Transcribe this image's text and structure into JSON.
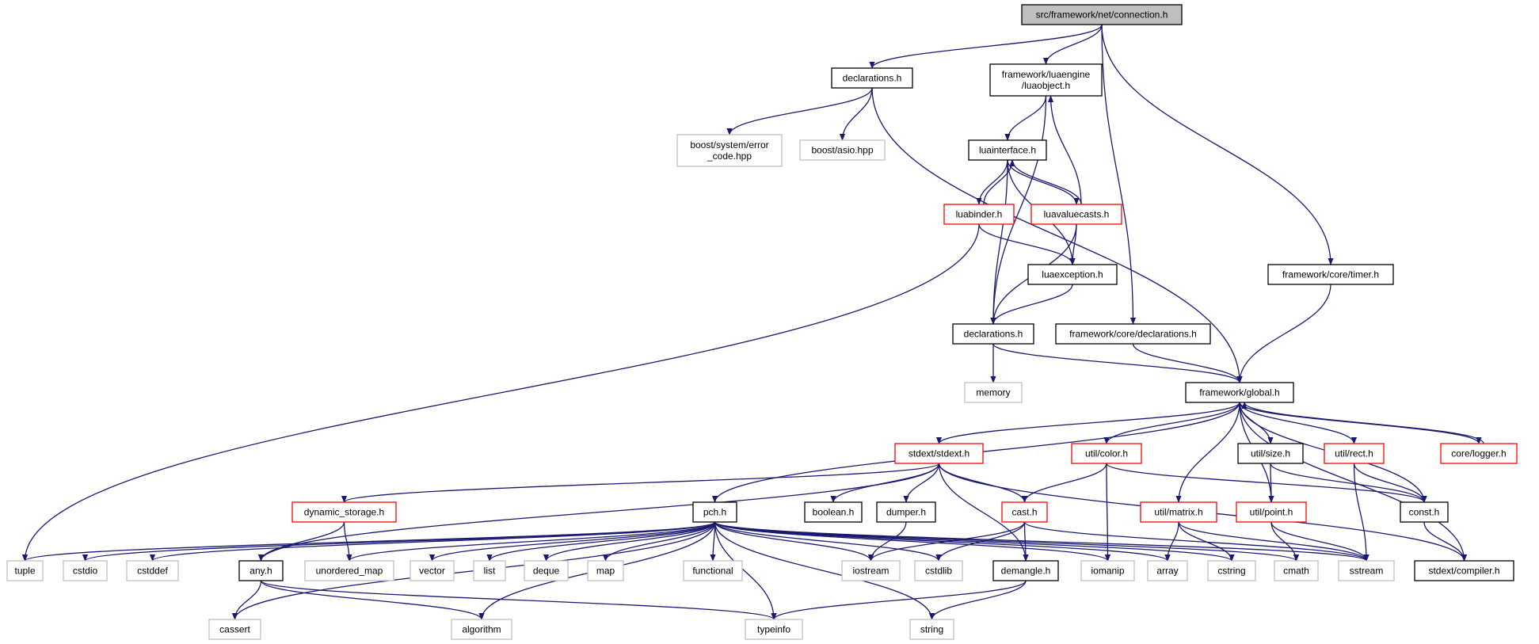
{
  "colors": {
    "edge": "#191970",
    "root_fill": "#bfbfbf",
    "documented_border": "#000000",
    "has_more_border": "#ff0000",
    "external_border": "#bfbfbf"
  },
  "nodes": {
    "connection_h": {
      "lines": [
        "src/framework/net/connection.h"
      ],
      "kind": "root"
    },
    "declarations_h_net": {
      "lines": [
        "declarations.h"
      ],
      "kind": "documented"
    },
    "luaobject_h": {
      "lines": [
        "framework/luaengine",
        "/luaobject.h"
      ],
      "kind": "documented"
    },
    "error_code_hpp": {
      "lines": [
        "boost/system/error",
        "_code.hpp"
      ],
      "kind": "external"
    },
    "asio_hpp": {
      "lines": [
        "boost/asio.hpp"
      ],
      "kind": "external"
    },
    "luainterface_h": {
      "lines": [
        "luainterface.h"
      ],
      "kind": "documented"
    },
    "luabinder_h": {
      "lines": [
        "luabinder.h"
      ],
      "kind": "truncated"
    },
    "luavaluecasts_h": {
      "lines": [
        "luavaluecasts.h"
      ],
      "kind": "truncated"
    },
    "luaexception_h": {
      "lines": [
        "luaexception.h"
      ],
      "kind": "documented"
    },
    "timer_h": {
      "lines": [
        "framework/core/timer.h"
      ],
      "kind": "documented"
    },
    "declarations_h_lua": {
      "lines": [
        "declarations.h"
      ],
      "kind": "documented"
    },
    "core_declarations_h": {
      "lines": [
        "framework/core/declarations.h"
      ],
      "kind": "documented"
    },
    "memory": {
      "lines": [
        "memory"
      ],
      "kind": "external"
    },
    "global_h": {
      "lines": [
        "framework/global.h"
      ],
      "kind": "documented"
    },
    "stdext_h": {
      "lines": [
        "stdext/stdext.h"
      ],
      "kind": "truncated"
    },
    "color_h": {
      "lines": [
        "util/color.h"
      ],
      "kind": "truncated"
    },
    "size_h": {
      "lines": [
        "util/size.h"
      ],
      "kind": "documented"
    },
    "rect_h": {
      "lines": [
        "util/rect.h"
      ],
      "kind": "truncated"
    },
    "logger_h": {
      "lines": [
        "core/logger.h"
      ],
      "kind": "truncated"
    },
    "dynamic_storage_h": {
      "lines": [
        "dynamic_storage.h"
      ],
      "kind": "truncated"
    },
    "pch_h": {
      "lines": [
        "pch.h"
      ],
      "kind": "documented"
    },
    "boolean_h": {
      "lines": [
        "boolean.h"
      ],
      "kind": "documented"
    },
    "dumper_h": {
      "lines": [
        "dumper.h"
      ],
      "kind": "documented"
    },
    "cast_h": {
      "lines": [
        "cast.h"
      ],
      "kind": "truncated"
    },
    "matrix_h": {
      "lines": [
        "util/matrix.h"
      ],
      "kind": "truncated"
    },
    "point_h": {
      "lines": [
        "util/point.h"
      ],
      "kind": "truncated"
    },
    "const_h": {
      "lines": [
        "const.h"
      ],
      "kind": "documented"
    },
    "tuple": {
      "lines": [
        "tuple"
      ],
      "kind": "external"
    },
    "cstdio": {
      "lines": [
        "cstdio"
      ],
      "kind": "external"
    },
    "cstddef": {
      "lines": [
        "cstddef"
      ],
      "kind": "external"
    },
    "any_h": {
      "lines": [
        "any.h"
      ],
      "kind": "documented"
    },
    "unordered_map": {
      "lines": [
        "unordered_map"
      ],
      "kind": "external"
    },
    "vector": {
      "lines": [
        "vector"
      ],
      "kind": "external"
    },
    "list": {
      "lines": [
        "list"
      ],
      "kind": "external"
    },
    "deque": {
      "lines": [
        "deque"
      ],
      "kind": "external"
    },
    "map": {
      "lines": [
        "map"
      ],
      "kind": "external"
    },
    "functional": {
      "lines": [
        "functional"
      ],
      "kind": "external"
    },
    "iostream": {
      "lines": [
        "iostream"
      ],
      "kind": "external"
    },
    "cstdlib": {
      "lines": [
        "cstdlib"
      ],
      "kind": "external"
    },
    "demangle_h": {
      "lines": [
        "demangle.h"
      ],
      "kind": "documented"
    },
    "iomanip": {
      "lines": [
        "iomanip"
      ],
      "kind": "external"
    },
    "array": {
      "lines": [
        "array"
      ],
      "kind": "external"
    },
    "cstring": {
      "lines": [
        "cstring"
      ],
      "kind": "external"
    },
    "cmath": {
      "lines": [
        "cmath"
      ],
      "kind": "external"
    },
    "sstream": {
      "lines": [
        "sstream"
      ],
      "kind": "external"
    },
    "compiler_h": {
      "lines": [
        "stdext/compiler.h"
      ],
      "kind": "documented"
    },
    "cassert": {
      "lines": [
        "cassert"
      ],
      "kind": "external"
    },
    "algorithm": {
      "lines": [
        "algorithm"
      ],
      "kind": "external"
    },
    "typeinfo": {
      "lines": [
        "typeinfo"
      ],
      "kind": "external"
    },
    "string": {
      "lines": [
        "string"
      ],
      "kind": "external"
    }
  },
  "edges": [
    [
      "connection_h",
      "declarations_h_net"
    ],
    [
      "connection_h",
      "luaobject_h"
    ],
    [
      "connection_h",
      "core_declarations_h"
    ],
    [
      "connection_h",
      "timer_h"
    ],
    [
      "declarations_h_net",
      "error_code_hpp"
    ],
    [
      "declarations_h_net",
      "asio_hpp"
    ],
    [
      "declarations_h_net",
      "global_h"
    ],
    [
      "luaobject_h",
      "luainterface_h"
    ],
    [
      "luaobject_h",
      "declarations_h_lua"
    ],
    [
      "luainterface_h",
      "luabinder_h"
    ],
    [
      "luainterface_h",
      "luavaluecasts_h"
    ],
    [
      "luainterface_h",
      "luaexception_h"
    ],
    [
      "luainterface_h",
      "declarations_h_lua"
    ],
    [
      "luabinder_h",
      "luainterface_h"
    ],
    [
      "luabinder_h",
      "luaexception_h"
    ],
    [
      "luabinder_h",
      "tuple"
    ],
    [
      "luavaluecasts_h",
      "luainterface_h"
    ],
    [
      "luavaluecasts_h",
      "luaexception_h"
    ],
    [
      "luavaluecasts_h",
      "declarations_h_lua"
    ],
    [
      "luavaluecasts_h",
      "luaobject_h"
    ],
    [
      "luaexception_h",
      "declarations_h_lua"
    ],
    [
      "timer_h",
      "global_h"
    ],
    [
      "declarations_h_lua",
      "memory"
    ],
    [
      "declarations_h_lua",
      "global_h"
    ],
    [
      "core_declarations_h",
      "global_h"
    ],
    [
      "global_h",
      "pch_h"
    ],
    [
      "global_h",
      "stdext_h"
    ],
    [
      "global_h",
      "color_h"
    ],
    [
      "global_h",
      "matrix_h"
    ],
    [
      "global_h",
      "point_h"
    ],
    [
      "global_h",
      "size_h"
    ],
    [
      "global_h",
      "rect_h"
    ],
    [
      "global_h",
      "logger_h"
    ],
    [
      "global_h",
      "const_h"
    ],
    [
      "global_h",
      "compiler_h"
    ],
    [
      "logger_h",
      "global_h"
    ],
    [
      "stdext_h",
      "any_h"
    ],
    [
      "stdext_h",
      "dynamic_storage_h"
    ],
    [
      "stdext_h",
      "boolean_h"
    ],
    [
      "stdext_h",
      "dumper_h"
    ],
    [
      "stdext_h",
      "cast_h"
    ],
    [
      "stdext_h",
      "demangle_h"
    ],
    [
      "stdext_h",
      "compiler_h"
    ],
    [
      "color_h",
      "cast_h"
    ],
    [
      "color_h",
      "iomanip"
    ],
    [
      "color_h",
      "const_h"
    ],
    [
      "size_h",
      "point_h"
    ],
    [
      "size_h",
      "const_h"
    ],
    [
      "rect_h",
      "const_h"
    ],
    [
      "rect_h",
      "sstream"
    ],
    [
      "dynamic_storage_h",
      "any_h"
    ],
    [
      "dynamic_storage_h",
      "unordered_map"
    ],
    [
      "dumper_h",
      "iostream"
    ],
    [
      "cast_h",
      "iostream"
    ],
    [
      "cast_h",
      "cstdlib"
    ],
    [
      "cast_h",
      "demangle_h"
    ],
    [
      "cast_h",
      "sstream"
    ],
    [
      "matrix_h",
      "array"
    ],
    [
      "matrix_h",
      "cstring"
    ],
    [
      "matrix_h",
      "sstream"
    ],
    [
      "point_h",
      "cmath"
    ],
    [
      "point_h",
      "sstream"
    ],
    [
      "const_h",
      "compiler_h"
    ],
    [
      "pch_h",
      "tuple"
    ],
    [
      "pch_h",
      "cstdio"
    ],
    [
      "pch_h",
      "cstddef"
    ],
    [
      "pch_h",
      "cassert"
    ],
    [
      "pch_h",
      "unordered_map"
    ],
    [
      "pch_h",
      "vector"
    ],
    [
      "pch_h",
      "list"
    ],
    [
      "pch_h",
      "deque"
    ],
    [
      "pch_h",
      "map"
    ],
    [
      "pch_h",
      "functional"
    ],
    [
      "pch_h",
      "algorithm"
    ],
    [
      "pch_h",
      "typeinfo"
    ],
    [
      "pch_h",
      "string"
    ],
    [
      "pch_h",
      "iostream"
    ],
    [
      "pch_h",
      "cstdlib"
    ],
    [
      "pch_h",
      "iomanip"
    ],
    [
      "pch_h",
      "array"
    ],
    [
      "pch_h",
      "cstring"
    ],
    [
      "pch_h",
      "cmath"
    ],
    [
      "pch_h",
      "sstream"
    ],
    [
      "any_h",
      "cassert"
    ],
    [
      "any_h",
      "algorithm"
    ],
    [
      "any_h",
      "typeinfo"
    ],
    [
      "demangle_h",
      "typeinfo"
    ],
    [
      "demangle_h",
      "string"
    ]
  ]
}
